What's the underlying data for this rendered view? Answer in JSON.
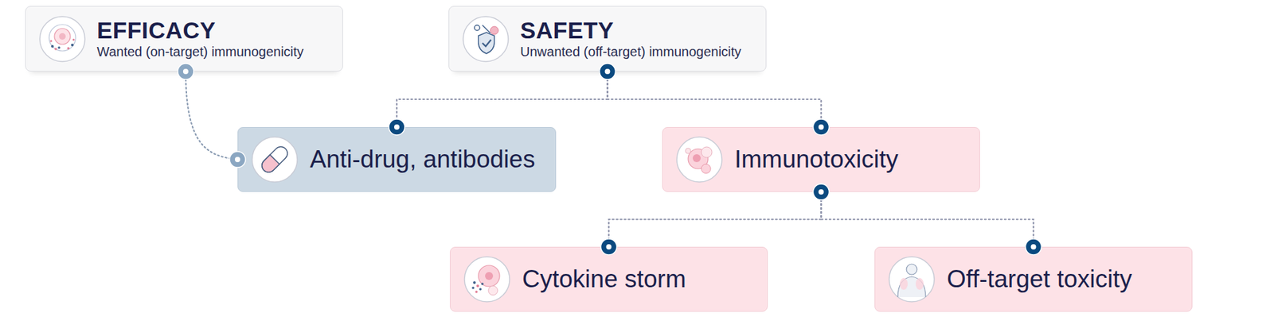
{
  "diagram": {
    "nodes": [
      {
        "text": [
          "EFFICACY",
          "Wanted (on-target) immunogenicity"
        ]
      },
      {
        "text": [
          "SAFETY",
          "Unwanted (off-target) immunogenicity"
        ]
      },
      {
        "text": [
          "Anti-drug, antibodies"
        ]
      },
      {
        "text": [
          "Immunotoxicity"
        ]
      },
      {
        "text": [
          "Cytokine storm"
        ]
      },
      {
        "text": [
          "Off-target toxicity"
        ]
      }
    ],
    "edges": [
      {
        "from": 0,
        "to": 2,
        "arrow": "none"
      },
      {
        "from": 1,
        "to": 2,
        "arrow": "none"
      },
      {
        "from": 1,
        "to": 3,
        "arrow": "none"
      },
      {
        "from": 3,
        "to": 4,
        "arrow": "none"
      },
      {
        "from": 3,
        "to": 5,
        "arrow": "none"
      }
    ]
  }
}
